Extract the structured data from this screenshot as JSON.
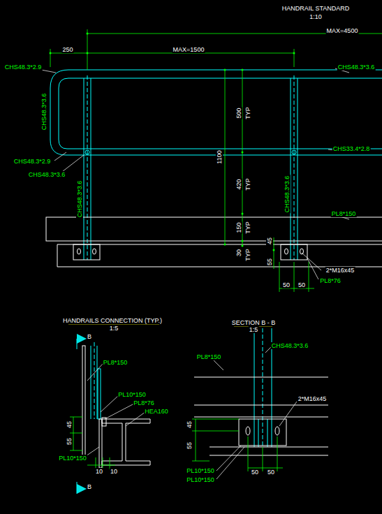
{
  "diagram": {
    "title": "HANDRAIL STANDARD",
    "labels": [
      "1:10",
      "MAX=4500",
      "250",
      "MAX=1500",
      "CHS48.3*2.9",
      "CHS48.3*3.6",
      "CHS48.3*3.6",
      "500",
      "TYP",
      "1100",
      "CHS48.3*2.9",
      "CHS48.3*3.6",
      "CHS33.4*2.8",
      "420",
      "TYP",
      "CHS48.3*3.6",
      "CHS48.3*3.6",
      "PL8*150",
      "150",
      "TYP",
      "30",
      "TYP",
      "45",
      "55",
      "2*M16x45",
      "PL8*76",
      "50",
      "50",
      "HANDRAILS CONNECTION (TYP.)",
      "1:5",
      "B",
      "PL8*150",
      "PL10*150",
      "PL8*76",
      "HEA160",
      "45",
      "55",
      "PL10*150",
      "10",
      "10",
      "B",
      "SECTION B - B",
      "1:5",
      "PL8*150",
      "CHS48.3*3.6",
      "2*M16x45",
      "45",
      "55",
      "50",
      "50",
      "PL10*150",
      "PL10*150"
    ]
  }
}
